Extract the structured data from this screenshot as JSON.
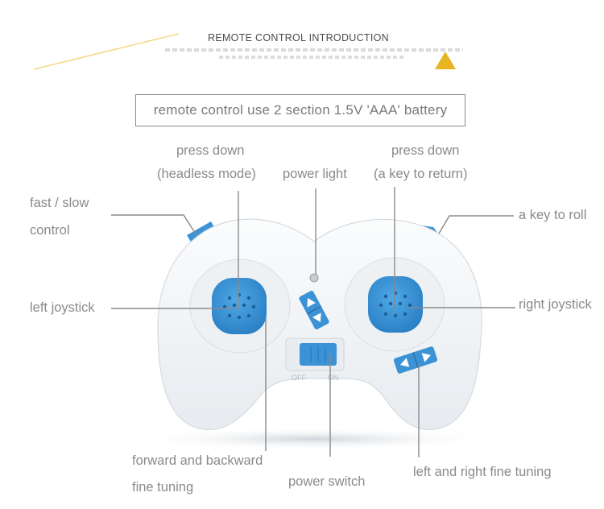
{
  "header": {
    "title": "REMOTE CONTROL INTRODUCTION"
  },
  "battery_note": "remote control use 2 section 1.5V 'AAA' battery",
  "labels": {
    "press_down_left_1": "press down",
    "press_down_left_2": "(headless mode)",
    "power_light": "power light",
    "press_down_right_1": "press down",
    "press_down_right_2": "(a key to return)",
    "fast_slow_1": "fast / slow",
    "fast_slow_2": "control",
    "key_to_roll": "a key to roll",
    "left_joystick": "left joystick",
    "right_joystick": "right joystick",
    "forward_backward_1": "forward and backward",
    "forward_backward_2": "fine tuning",
    "power_switch": "power switch",
    "left_right_fine": "left and right fine tuning",
    "switch_off": "OFF",
    "switch_on": "ON"
  },
  "colors": {
    "accent_blue": "#3b93d6",
    "shell_white": "#f4f6f8",
    "triangle_gold": "#e7b51f"
  }
}
